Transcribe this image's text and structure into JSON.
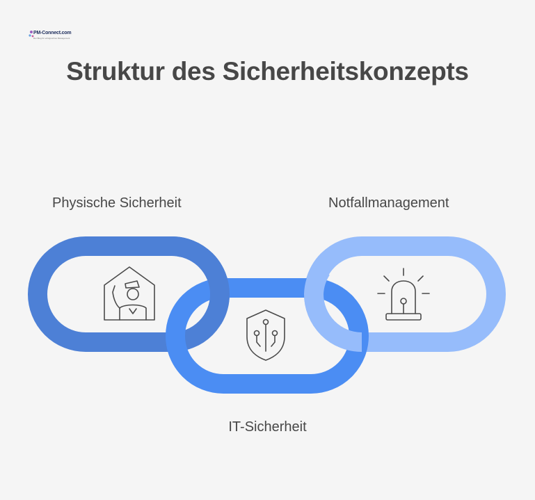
{
  "logo": {
    "name": "PM-Connect.com",
    "tagline": "Der Blog für erfolgreiches Management"
  },
  "title": "Struktur des Sicherheitskonzepts",
  "links": [
    {
      "label": "Physische Sicherheit",
      "icon": "security-guard-icon",
      "color": "#4d80d6"
    },
    {
      "label": "IT-Sicherheit",
      "icon": "shield-circuit-icon",
      "color": "#4b8df3"
    },
    {
      "label": "Notfallmanagement",
      "icon": "alarm-siren-icon",
      "color": "#96bcfb"
    }
  ]
}
